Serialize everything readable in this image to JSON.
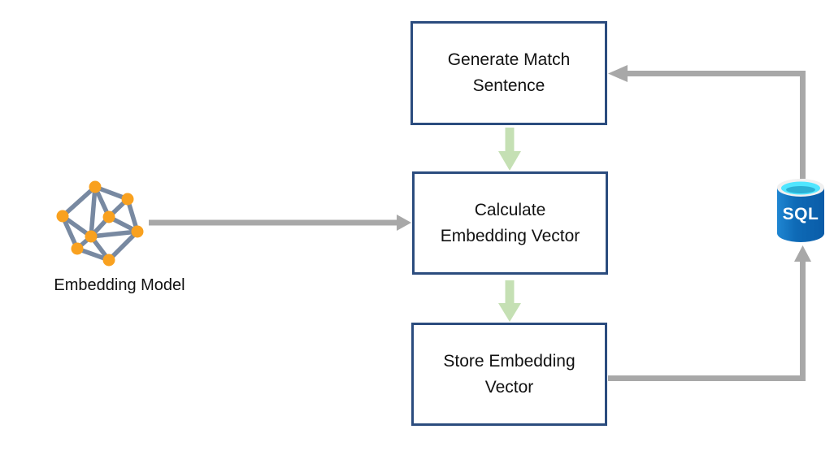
{
  "diagram": {
    "type": "flowchart",
    "nodes": {
      "generate": {
        "label": "Generate Match\nSentence"
      },
      "calculate": {
        "label": "Calculate\nEmbedding Vector"
      },
      "store": {
        "label": "Store Embedding\nVector"
      }
    },
    "icons": {
      "embedding_model": {
        "icon": "network-graph-icon",
        "label": "Embedding Model"
      },
      "sql_database": {
        "icon": "database-cylinder-icon",
        "label": "SQL"
      }
    },
    "connections": [
      {
        "from": "embedding_model",
        "to": "calculate",
        "style": "gray-arrow"
      },
      {
        "from": "generate",
        "to": "calculate",
        "style": "green-arrow"
      },
      {
        "from": "calculate",
        "to": "store",
        "style": "green-arrow"
      },
      {
        "from": "store",
        "to": "sql_database",
        "style": "gray-arrow"
      },
      {
        "from": "sql_database",
        "to": "generate",
        "style": "gray-arrow"
      }
    ],
    "colors": {
      "box_border": "#2b4c7e",
      "box_fill": "#ffffff",
      "text": "#111111",
      "green_arrow": "#c5e0b4",
      "gray_arrow": "#a8a8a8",
      "network_node_orange": "#f9a11f",
      "network_edge_slate": "#7889a1",
      "sql_body_blue": "#0d64b2",
      "sql_rim_white": "#f0f0f0",
      "sql_top_cyan": "#50e6ff",
      "sql_inner_teal": "#2bb0d4",
      "sql_text_white": "#ffffff"
    }
  }
}
